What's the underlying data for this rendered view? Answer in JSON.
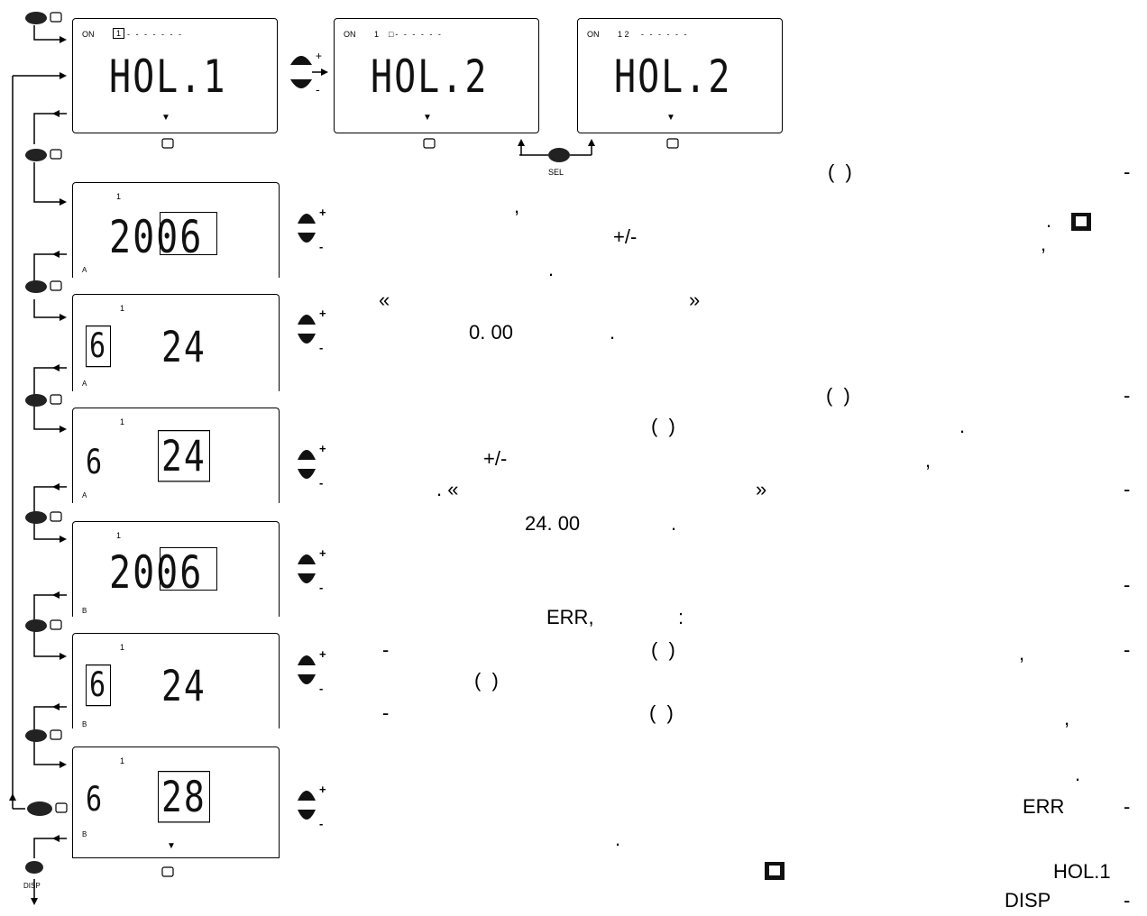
{
  "screens": {
    "top1": {
      "on": "ON",
      "prog": "1",
      "text": "HOL.1"
    },
    "top2": {
      "on": "ON",
      "prog": "1",
      "text": "HOL.2"
    },
    "top3": {
      "on": "ON",
      "prog": "1 2",
      "text": "HOL.2"
    },
    "s1": {
      "num": "1",
      "a": "2006",
      "letter": "A"
    },
    "s2": {
      "num": "1",
      "a": "6",
      "b": "24",
      "letter": "A"
    },
    "s3": {
      "num": "1",
      "a": "6",
      "b": "24",
      "letter": "A"
    },
    "s4": {
      "num": "1",
      "a": "2006",
      "letter": "B"
    },
    "s5": {
      "num": "1",
      "a": "6",
      "b": "24",
      "letter": "B"
    },
    "s6": {
      "num": "1",
      "a": "6",
      "b": "28",
      "letter": "B"
    }
  },
  "buttons": {
    "sel": "SEL",
    "disp": "DISP",
    "plus": "+",
    "minus": "-"
  },
  "text": {
    "l1_paren": "(  )",
    "l1_dash": "-",
    "l2_comma": ",",
    "l2_dot": ".",
    "l3_pm": "+/-",
    "l3_comma": ",",
    "l4_dot": ".",
    "l5_open": "«",
    "l5_close": "»",
    "l6_time": "0. 00",
    "l6_dot": ".",
    "l7_paren": "(  )",
    "l7_dash": "-",
    "l8_paren": "(  )",
    "l8_dot": ".",
    "l9_pm": "+/-",
    "l9_comma": ",",
    "l10_open": ". «",
    "l10_close": "»",
    "l10_dash": "-",
    "l11_time": "24. 00",
    "l11_dot": ".",
    "l12_dash": "-",
    "l13_err": "ERR,",
    "l13_colon": ":",
    "l14_dash": "-",
    "l14_paren": "(  )",
    "l14_comma": ",",
    "l14_dash2": "-",
    "l15_paren": "(  )",
    "l16_dash": "-",
    "l16_paren": "(  )",
    "l16_comma": ",",
    "l17_dot": ".",
    "l18_err": "ERR",
    "l18_dash": "-",
    "l19_dot": ".",
    "l20_hol": "HOL.1",
    "l21_disp": "DISP",
    "l21_dash": "-"
  }
}
